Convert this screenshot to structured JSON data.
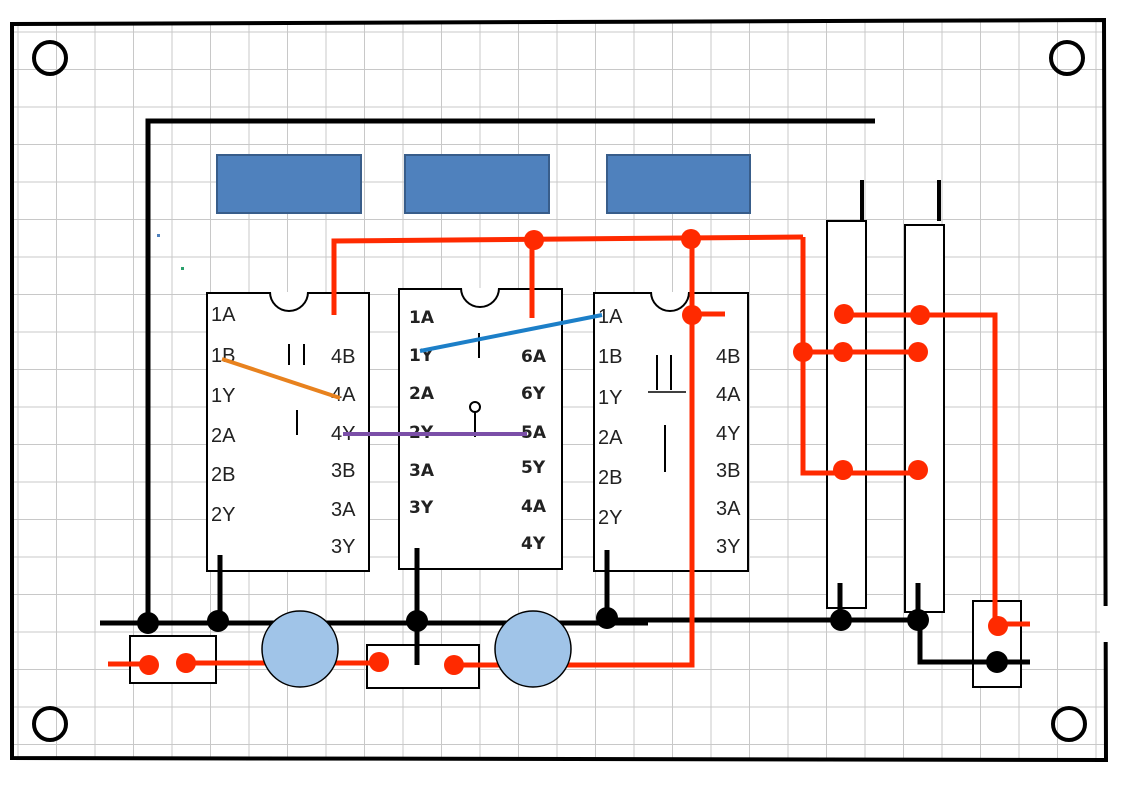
{
  "colors": {
    "board_border": "#000000",
    "grid": "#c8c8c8",
    "ground_wire": "#000000",
    "power_wire": "#ff2a00",
    "led_fill": "#4f81bd",
    "cap_fill": "#a0c4e8",
    "wire_orange": "#e8821e",
    "wire_blue": "#1c7fc8",
    "wire_purple": "#7b4fa8"
  },
  "chips": [
    {
      "name": "chip-left",
      "left_pins": [
        "1A",
        "1B",
        "1Y",
        "2A",
        "2B",
        "2Y"
      ],
      "right_pins": [
        "4B",
        "4A",
        "4Y",
        "3B",
        "3A",
        "3Y"
      ]
    },
    {
      "name": "chip-middle",
      "left_pins": [
        "1A",
        "1Y",
        "2A",
        "2Y",
        "3A",
        "3Y"
      ],
      "right_pins": [
        "6A",
        "6Y",
        "5A",
        "5Y",
        "4A",
        "4Y"
      ]
    },
    {
      "name": "chip-right",
      "left_pins": [
        "1A",
        "1B",
        "1Y",
        "2A",
        "2B",
        "2Y"
      ],
      "right_pins": [
        "4B",
        "4A",
        "4Y",
        "3B",
        "3A",
        "3Y"
      ]
    }
  ]
}
